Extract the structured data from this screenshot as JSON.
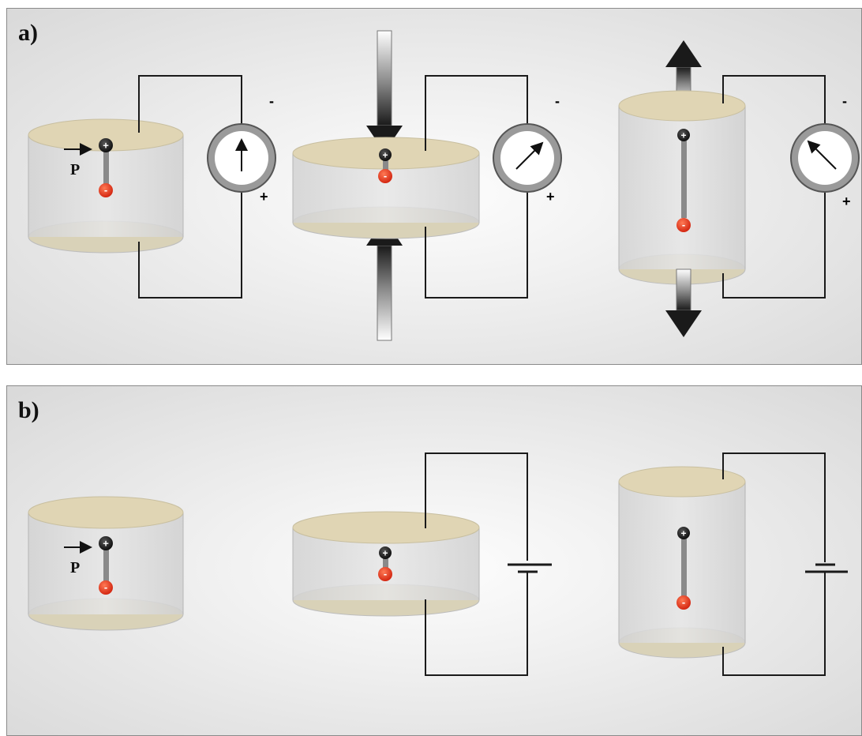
{
  "panels": {
    "a": {
      "label": "a)",
      "polarization_label": "P",
      "meter_terminals": {
        "negative": "-",
        "positive": "+"
      },
      "charges": {
        "positive": "+",
        "negative": "-"
      },
      "colors": {
        "electrode": "#e0d5b4",
        "body": "#dadada",
        "wire": "#1a1a1a",
        "negative_charge": "#e02010",
        "positive_charge": "#111111"
      }
    },
    "b": {
      "label": "b)",
      "polarization_label": "P",
      "charges": {
        "positive": "+",
        "negative": "-"
      }
    }
  }
}
